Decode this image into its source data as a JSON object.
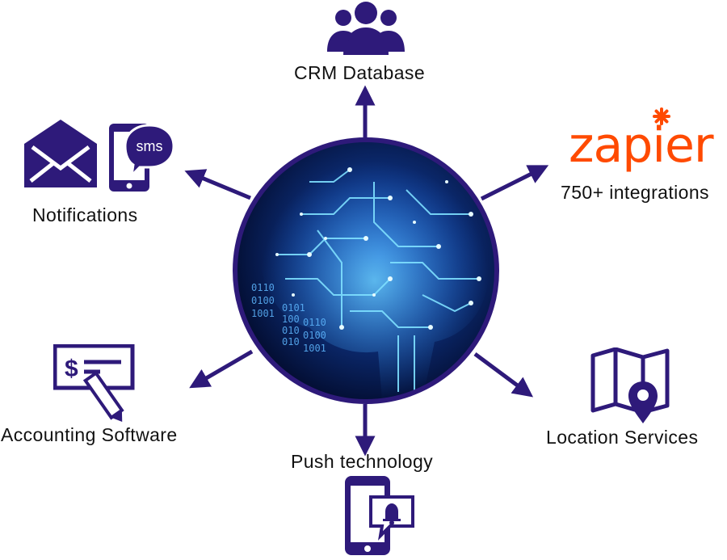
{
  "hub": {
    "binary_lines": [
      "0110",
      "0100",
      "1001",
      "0101",
      "100",
      "010",
      "010",
      "0110",
      "0100",
      "1001"
    ]
  },
  "nodes": {
    "crm": {
      "label": "CRM Database",
      "icon": "users-group-icon"
    },
    "zapier": {
      "logo_text": "zapier",
      "label": "750+ integrations",
      "icon": "zapier-logo"
    },
    "notifications": {
      "label": "Notifications",
      "icons": [
        "envelope-icon",
        "sms-phone-icon"
      ],
      "sms_text": "sms"
    },
    "accounting": {
      "label": "Accounting Software",
      "icon": "check-pen-icon",
      "symbol": "$"
    },
    "push": {
      "label": "Push technology",
      "icon": "phone-bell-icon"
    },
    "location": {
      "label": "Location Services",
      "icon": "map-pin-icon"
    }
  },
  "colors": {
    "primary": "#2e1a7a",
    "zapier_orange": "#ff4a00",
    "hub_glow": "#4fc3ff"
  }
}
